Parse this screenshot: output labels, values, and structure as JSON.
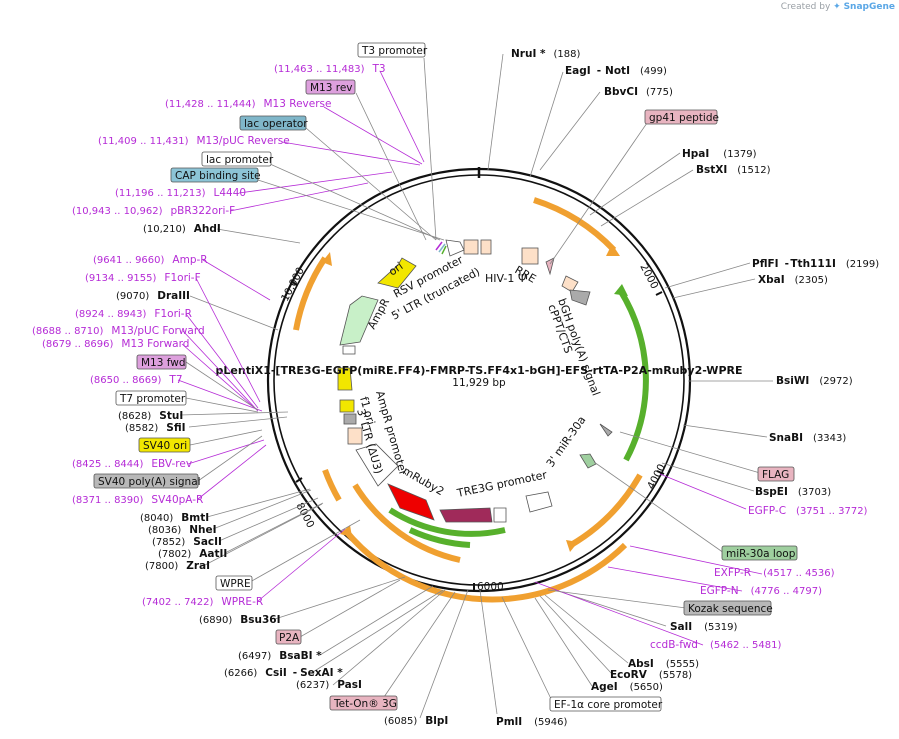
{
  "credit": {
    "created_by": "Created by",
    "brand": "SnapGene"
  },
  "plasmid": {
    "name": "pLentiX1-[TRE3G-EGFP(miRE.FF4)-FMRP-TS.FF4x1-bGH]-EFS-rtTA-P2A-mRuby2-WPRE",
    "length": "11,929 bp"
  },
  "ticks": [
    "2000",
    "4000",
    "6000",
    "8000",
    "10,000"
  ],
  "enzymes": [
    {
      "id": "nrui",
      "name": "NruI *",
      "pos": "(188)"
    },
    {
      "id": "eagi",
      "name": "EagI",
      "sep": "-",
      "name2": "NotI",
      "pos": "(499)"
    },
    {
      "id": "bbvci",
      "name": "BbvCI",
      "pos": "(775)"
    },
    {
      "id": "hpai",
      "name": "HpaI",
      "pos": "(1379)"
    },
    {
      "id": "bstxi",
      "name": "BstXI",
      "pos": "(1512)"
    },
    {
      "id": "pflfi",
      "name": "PflFI",
      "sep": "-",
      "name2": "Tth111I",
      "pos": "(2199)"
    },
    {
      "id": "xbai",
      "name": "XbaI",
      "pos": "(2305)"
    },
    {
      "id": "bsiwi",
      "name": "BsiWI",
      "pos": "(2972)"
    },
    {
      "id": "snabi",
      "name": "SnaBI",
      "pos": "(3343)"
    },
    {
      "id": "bspei",
      "name": "BspEI",
      "pos": "(3703)"
    },
    {
      "id": "sali",
      "name": "SalI",
      "pos": "(5319)"
    },
    {
      "id": "absi",
      "name": "AbsI",
      "pos": "(5555)"
    },
    {
      "id": "ecorv",
      "name": "EcoRV",
      "pos": "(5578)"
    },
    {
      "id": "agei",
      "name": "AgeI",
      "pos": "(5650)"
    },
    {
      "id": "pmli",
      "name": "PmlI",
      "pos": "(5946)"
    },
    {
      "id": "blpi",
      "name": "BlpI",
      "pos": "(6085)"
    },
    {
      "id": "pasi",
      "name": "PasI",
      "pos": "(6237)"
    },
    {
      "id": "csii",
      "name": "CsiI",
      "sep": "-",
      "name2": "SexAI *",
      "pos": "(6266)"
    },
    {
      "id": "bsabi",
      "name": "BsaBI *",
      "pos": "(6497)"
    },
    {
      "id": "bsu36i",
      "name": "Bsu36I",
      "pos": "(6890)"
    },
    {
      "id": "zrai",
      "name": "ZraI",
      "pos": "(7800)"
    },
    {
      "id": "aatii",
      "name": "AatII",
      "pos": "(7802)"
    },
    {
      "id": "sacii",
      "name": "SacII",
      "pos": "(7852)"
    },
    {
      "id": "nhei",
      "name": "NheI",
      "pos": "(8036)"
    },
    {
      "id": "bmti",
      "name": "BmtI",
      "pos": "(8040)"
    },
    {
      "id": "sfii",
      "name": "SfiI",
      "pos": "(8582)"
    },
    {
      "id": "stui",
      "name": "StuI",
      "pos": "(8628)"
    },
    {
      "id": "draiii",
      "name": "DraIII",
      "pos": "(9070)"
    },
    {
      "id": "ahdi",
      "name": "AhdI",
      "pos": "(10,210)"
    }
  ],
  "primers": [
    {
      "id": "t3",
      "name": "T3",
      "range": "(11,463 .. 11,483)"
    },
    {
      "id": "m13rev",
      "name": "M13 Reverse",
      "range": "(11,428 .. 11,444)"
    },
    {
      "id": "m13pucrev",
      "name": "M13/pUC Reverse",
      "range": "(11,409 .. 11,431)"
    },
    {
      "id": "l4440",
      "name": "L4440",
      "range": "(11,196 .. 11,213)"
    },
    {
      "id": "pbr322",
      "name": "pBR322ori-F",
      "range": "(10,943 .. 10,962)"
    },
    {
      "id": "ampr",
      "name": "Amp-R",
      "range": "(9641 .. 9660)"
    },
    {
      "id": "f1orif",
      "name": "F1ori-F",
      "range": "(9134 .. 9155)"
    },
    {
      "id": "f1orir",
      "name": "F1ori-R",
      "range": "(8924 .. 8943)"
    },
    {
      "id": "m13pucfwd",
      "name": "M13/pUC Forward",
      "range": "(8688 .. 8710)"
    },
    {
      "id": "m13fwd",
      "name": "M13 Forward",
      "range": "(8679 .. 8696)"
    },
    {
      "id": "t7",
      "name": "T7",
      "range": "(8650 .. 8669)"
    },
    {
      "id": "ebvrev",
      "name": "EBV-rev",
      "range": "(8425 .. 8444)"
    },
    {
      "id": "sv40pa",
      "name": "SV40pA-R",
      "range": "(8371 .. 8390)"
    },
    {
      "id": "wprer",
      "name": "WPRE-R",
      "range": "(7402 .. 7422)"
    },
    {
      "id": "egfpc",
      "name": "EGFP-C",
      "range": "(3751 .. 3772)"
    },
    {
      "id": "exfpr",
      "name": "EXFP-R",
      "range": "(4517 .. 4536)"
    },
    {
      "id": "egfpn",
      "name": "EGFP-N",
      "range": "(4776 .. 4797)"
    },
    {
      "id": "ccdbfwd",
      "name": "ccdB-fwd",
      "range": "(5462 .. 5481)"
    }
  ],
  "boxed_features": [
    {
      "id": "t3prom",
      "text": "T3 promoter",
      "fill": "#ffffff"
    },
    {
      "id": "m13revbox",
      "text": "M13 rev",
      "fill": "#dda0dd"
    },
    {
      "id": "lacop",
      "text": "lac operator",
      "fill": "#7fb6c9"
    },
    {
      "id": "lacprom",
      "text": "lac promoter",
      "fill": "#ffffff"
    },
    {
      "id": "cap",
      "text": "CAP binding site",
      "fill": "#8cc4d6"
    },
    {
      "id": "gp41",
      "text": "gp41 peptide",
      "fill": "#e8b4c0"
    },
    {
      "id": "m13fwdbox",
      "text": "M13 fwd",
      "fill": "#dda0dd"
    },
    {
      "id": "t7prom",
      "text": "T7 promoter",
      "fill": "#ffffff"
    },
    {
      "id": "sv40ori",
      "text": "SV40 ori",
      "fill": "#f2e600"
    },
    {
      "id": "sv40pa",
      "text": "SV40 poly(A) signal",
      "fill": "#b8b8b8"
    },
    {
      "id": "wpre",
      "text": "WPRE",
      "fill": "#ffffff"
    },
    {
      "id": "p2a",
      "text": "P2A",
      "fill": "#e8b4c0"
    },
    {
      "id": "teton",
      "text": "Tet-On® 3G",
      "fill": "#e8b4c0"
    },
    {
      "id": "flag",
      "text": "FLAG",
      "fill": "#e8b4c0"
    },
    {
      "id": "mir30loop",
      "text": "miR-30a loop",
      "fill": "#9fcf9f"
    },
    {
      "id": "kozak",
      "text": "Kozak sequence",
      "fill": "#b8b8b8"
    },
    {
      "id": "ef1a",
      "text": "EF-1α core promoter",
      "fill": "#ffffff"
    }
  ],
  "inner_features": {
    "ori": "ori",
    "ampr": "AmpR",
    "ampr_promoter": "AmpR promoter",
    "rsv_promoter": "RSV promoter",
    "ltr5": "5' LTR (truncated)",
    "hiv1": "HIV-1 Ψ",
    "rre": "RRE",
    "bgh": "bGH poly(A) signal",
    "cppt": "cPPT/CTS",
    "mir30": "3' miR-30a",
    "tre3g": "TRE3G promoter",
    "mruby2": "mRuby2",
    "ltr3": "3' LTR (ΔU3)",
    "f1ori": "f1 ori"
  },
  "colors": {
    "backbone": "#111111",
    "primer": "#b52bd6",
    "orange_arc": "#f0a030",
    "green_arc": "#57b02c",
    "ori_yellow": "#f2e600",
    "ampr_green": "#c8f0c8",
    "mruby_red": "#ee0000",
    "purple_feat": "#a02a5a"
  }
}
